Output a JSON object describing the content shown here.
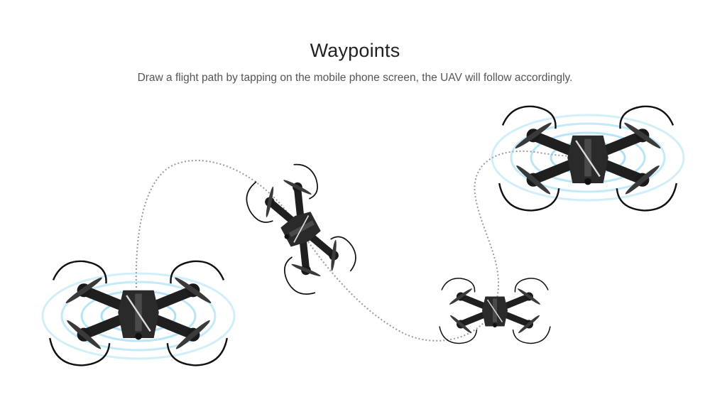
{
  "header": {
    "title": "Waypoints",
    "subtitle": "Draw a flight path by tapping on the mobile phone screen, the UAV will follow accordingly."
  },
  "colors": {
    "path": "#9a9a9a",
    "signal_rings": "#7fd0ee",
    "drone_body": "#2a2a2a"
  },
  "drones": [
    {
      "name": "start-drone",
      "hovering": true
    },
    {
      "name": "turning-drone",
      "hovering": false
    },
    {
      "name": "low-drone",
      "hovering": false
    },
    {
      "name": "end-drone",
      "hovering": true
    }
  ]
}
